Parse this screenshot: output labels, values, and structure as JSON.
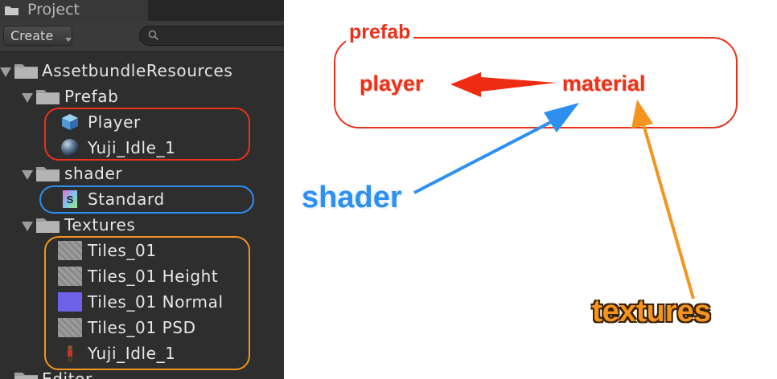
{
  "panel": {
    "tab_title": "Project",
    "create_label": "Create",
    "tree": [
      {
        "label": "AssetbundleResources",
        "kind": "folder",
        "depth": 0
      },
      {
        "label": "Prefab",
        "kind": "folder",
        "depth": 1
      },
      {
        "label": "Player",
        "kind": "prefab",
        "depth": 2
      },
      {
        "label": "Yuji_Idle_1",
        "kind": "material",
        "depth": 2
      },
      {
        "label": "shader",
        "kind": "folder",
        "depth": 1
      },
      {
        "label": "Standard",
        "kind": "shader",
        "depth": 2
      },
      {
        "label": "Textures",
        "kind": "folder",
        "depth": 1
      },
      {
        "label": "Tiles_01",
        "kind": "texture",
        "depth": 2
      },
      {
        "label": "Tiles_01 Height",
        "kind": "texture",
        "depth": 2
      },
      {
        "label": "Tiles_01 Normal",
        "kind": "texture-normal",
        "depth": 2
      },
      {
        "label": "Tiles_01 PSD",
        "kind": "texture",
        "depth": 2
      },
      {
        "label": "Yuji_Idle_1",
        "kind": "texture-character",
        "depth": 2
      },
      {
        "label": "Editor",
        "kind": "folder",
        "depth": 0
      }
    ]
  },
  "diagram": {
    "prefab_label": "prefab",
    "player_label": "player",
    "material_label": "material",
    "shader_label": "shader",
    "textures_label": "textures"
  },
  "colors": {
    "red": "#e8321c",
    "blue": "#2d8ff0",
    "orange": "#f5941e",
    "panel_bg": "#2e2e2e"
  }
}
